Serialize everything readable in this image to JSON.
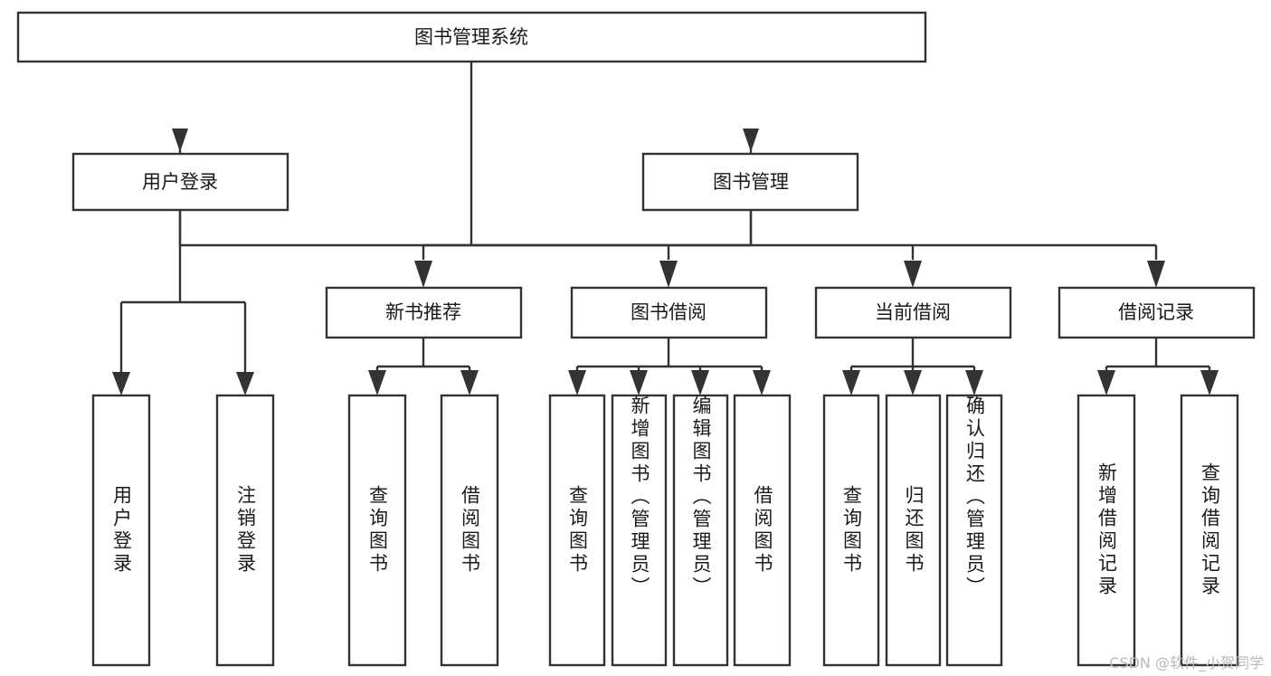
{
  "diagram": {
    "type": "tree",
    "orientation": "top-down",
    "title": "图书管理系统",
    "colors": {
      "box_stroke": "#333333",
      "box_fill": "#ffffff",
      "text": "#1a1a1a",
      "background": "#ffffff",
      "watermark": "#b9b9b9"
    },
    "root": {
      "label": "图书管理系统"
    },
    "level2": [
      {
        "label": "用户登录"
      },
      {
        "label": "图书管理"
      }
    ],
    "level3": [
      {
        "label": "新书推荐"
      },
      {
        "label": "图书借阅"
      },
      {
        "label": "当前借阅"
      },
      {
        "label": "借阅记录"
      }
    ],
    "leaves": {
      "user_login": [
        {
          "label": "用户登录"
        },
        {
          "label": "注销登录"
        }
      ],
      "new_book_recommend": [
        {
          "label": "查询图书"
        },
        {
          "label": "借阅图书"
        }
      ],
      "book_borrow": [
        {
          "label": "查询图书"
        },
        {
          "label": "新增图书（管理员）"
        },
        {
          "label": "编辑图书（管理员）"
        },
        {
          "label": "借阅图书"
        }
      ],
      "current_borrow": [
        {
          "label": "查询图书"
        },
        {
          "label": "归还图书"
        },
        {
          "label": "确认归还（管理员）"
        }
      ],
      "borrow_record": [
        {
          "label": "新增借阅记录"
        },
        {
          "label": "查询借阅记录"
        }
      ]
    }
  },
  "watermark": {
    "text": "CSDN @软件_小贺同学"
  }
}
